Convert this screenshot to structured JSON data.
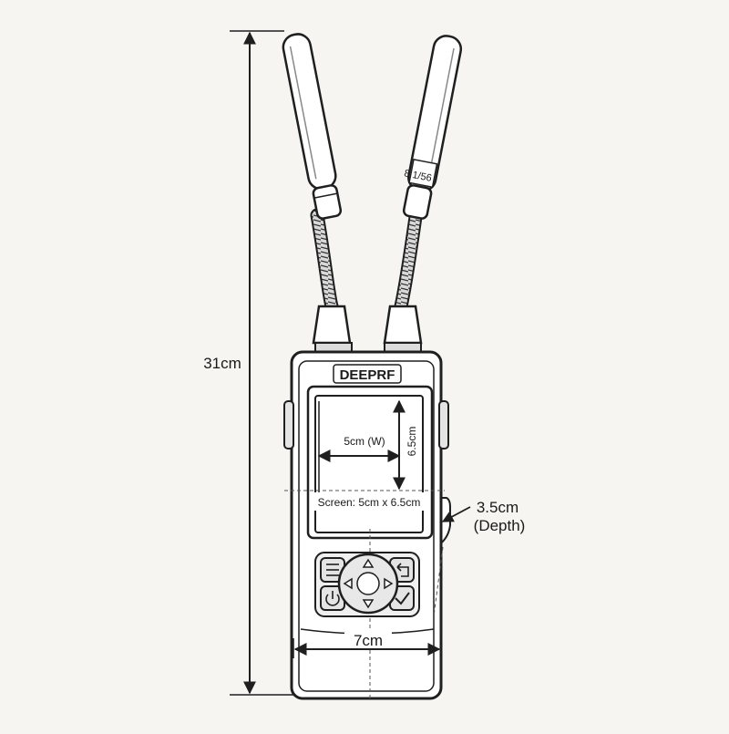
{
  "brand": "DEEPRF",
  "antenna_label": "8 1/56",
  "dimensions": {
    "height": "31cm",
    "width": "7cm",
    "depth_value": "3.5cm",
    "depth_caption": "(Depth)",
    "screen_width": "5cm (W)",
    "screen_height": "6.5cm",
    "screen_summary": "Screen: 5cm x 6.5cm"
  },
  "buttons": [
    {
      "name": "menu-button",
      "icon": "list-icon"
    },
    {
      "name": "back-button",
      "icon": "return-icon"
    },
    {
      "name": "power-button",
      "icon": "power-icon"
    },
    {
      "name": "confirm-button",
      "icon": "check-icon"
    },
    {
      "name": "dpad",
      "icon": "arrows-icon"
    }
  ],
  "colors": {
    "line": "#1f1f1f",
    "device_fill": "#ffffff",
    "button_fill": "#e4e4e4",
    "background": "#f6f5f2"
  }
}
